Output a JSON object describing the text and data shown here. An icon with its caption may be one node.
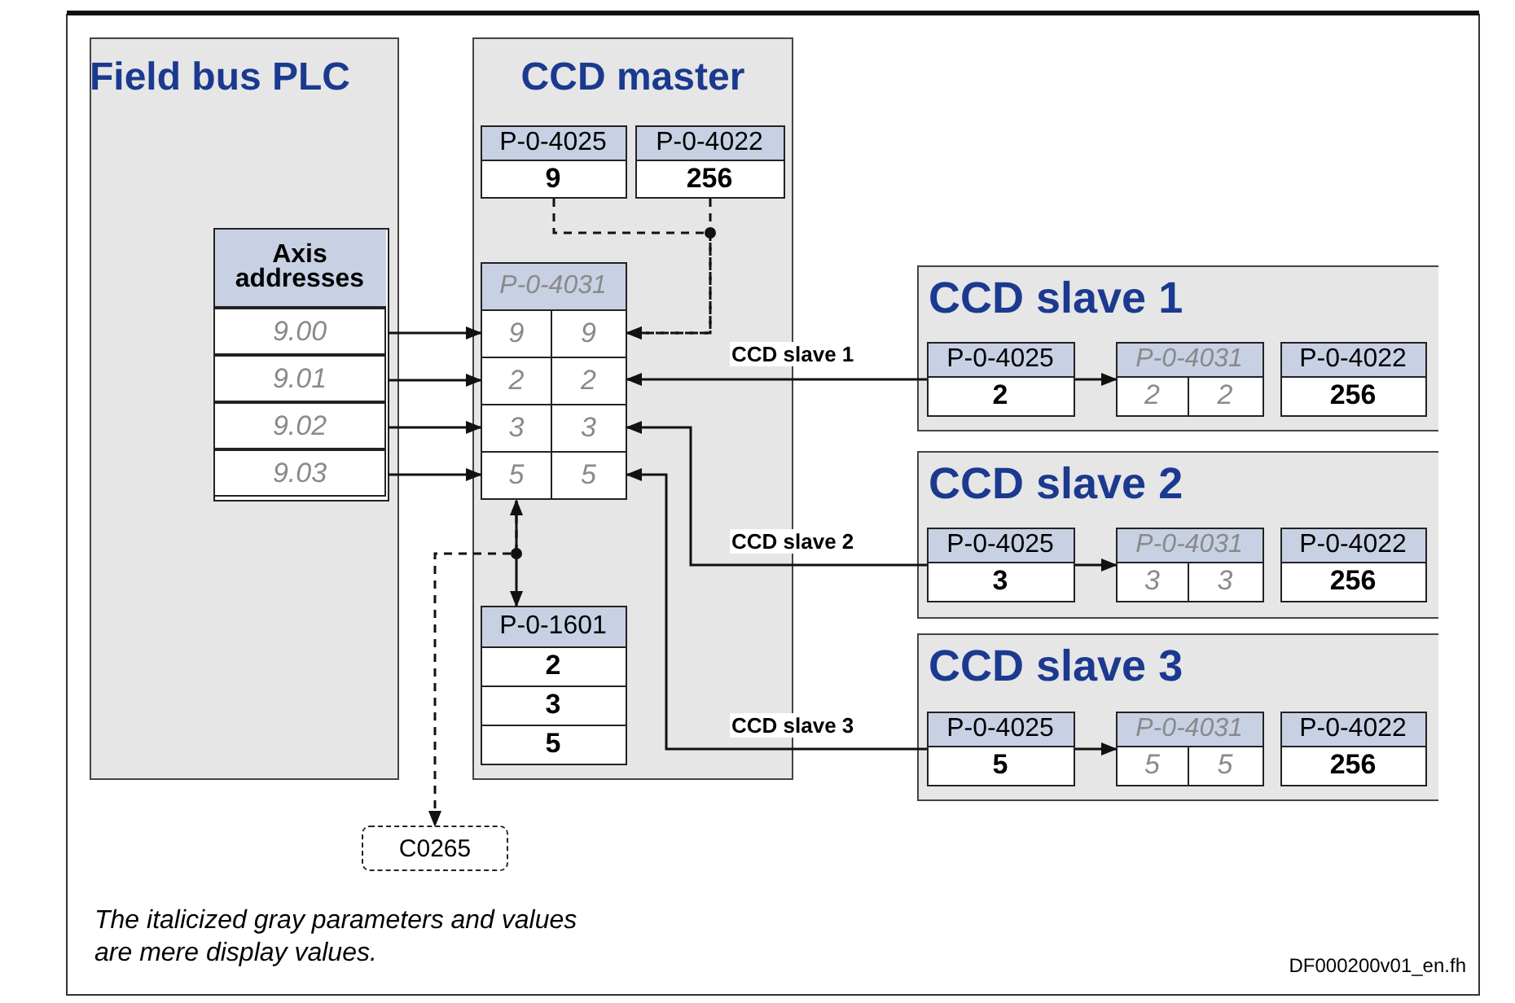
{
  "diagram": {
    "nodes": [
      {
        "text": [
          "Field bus PLC"
        ]
      },
      {
        "text": [
          "Axis addresses"
        ],
        "in": 0
      },
      {
        "text": [
          "9.00"
        ],
        "in": 1
      },
      {
        "text": [
          "9.01"
        ],
        "in": 1
      },
      {
        "text": [
          "9.02"
        ],
        "in": 1
      },
      {
        "text": [
          "9.03"
        ],
        "in": 1
      },
      {
        "text": [
          "CCD master"
        ]
      },
      {
        "text": [
          "P-0-4025",
          "9"
        ],
        "in": 6
      },
      {
        "text": [
          "P-0-4022",
          "256"
        ],
        "in": 6
      },
      {
        "text": [
          "P-0-4031"
        ],
        "in": 6
      },
      {
        "text": [
          "9",
          "9"
        ],
        "in": 6
      },
      {
        "text": [
          "2",
          "2"
        ],
        "in": 6
      },
      {
        "text": [
          "3",
          "3"
        ],
        "in": 6
      },
      {
        "text": [
          "5",
          "5"
        ],
        "in": 6
      },
      {
        "text": [
          "P-0-1601",
          "2",
          "3",
          "5"
        ],
        "in": 6
      },
      {
        "text": [
          "C0265"
        ]
      },
      {
        "text": [
          "CCD slave 1"
        ]
      },
      {
        "text": [
          "P-0-4025",
          "2"
        ],
        "in": 16
      },
      {
        "text": [
          "P-0-4031",
          "2",
          "2"
        ],
        "in": 16
      },
      {
        "text": [
          "P-0-4022",
          "256"
        ],
        "in": 16
      },
      {
        "text": [
          "CCD slave 2"
        ]
      },
      {
        "text": [
          "P-0-4025",
          "3"
        ],
        "in": 20
      },
      {
        "text": [
          "P-0-4031",
          "3",
          "3"
        ],
        "in": 20
      },
      {
        "text": [
          "P-0-4022",
          "256"
        ],
        "in": 20
      },
      {
        "text": [
          "CCD slave 3"
        ]
      },
      {
        "text": [
          "P-0-4025",
          "5"
        ],
        "in": 24
      },
      {
        "text": [
          "P-0-4031",
          "5",
          "5"
        ],
        "in": 24
      },
      {
        "text": [
          "P-0-4022",
          "256"
        ],
        "in": 24
      }
    ],
    "edges": [
      {
        "from": 2,
        "to": 10,
        "arrow": "to"
      },
      {
        "from": 3,
        "to": 11,
        "arrow": "to"
      },
      {
        "from": 4,
        "to": 12,
        "arrow": "to"
      },
      {
        "from": 5,
        "to": 13,
        "arrow": "to"
      },
      {
        "from": 7,
        "to": 10,
        "arrow": "to",
        "style": "dashed"
      },
      {
        "from": 8,
        "to": 10,
        "arrow": "to",
        "style": "dashed"
      },
      {
        "from": 17,
        "to": 11,
        "arrow": "to",
        "label": "CCD slave 1"
      },
      {
        "from": 17,
        "to": 18,
        "arrow": "to"
      },
      {
        "from": 21,
        "to": 12,
        "arrow": "to",
        "label": "CCD slave 2"
      },
      {
        "from": 21,
        "to": 22,
        "arrow": "to"
      },
      {
        "from": 25,
        "to": 13,
        "arrow": "to",
        "label": "CCD slave 3"
      },
      {
        "from": 25,
        "to": 26,
        "arrow": "to"
      },
      {
        "from": 13,
        "to": 14,
        "arrow": "both"
      },
      {
        "from": 13,
        "to": 15,
        "arrow": "to",
        "style": "dashed"
      }
    ],
    "labels": [
      "The italicized gray parameters and values are mere display values.",
      "DF000200v01_en.fh"
    ]
  }
}
